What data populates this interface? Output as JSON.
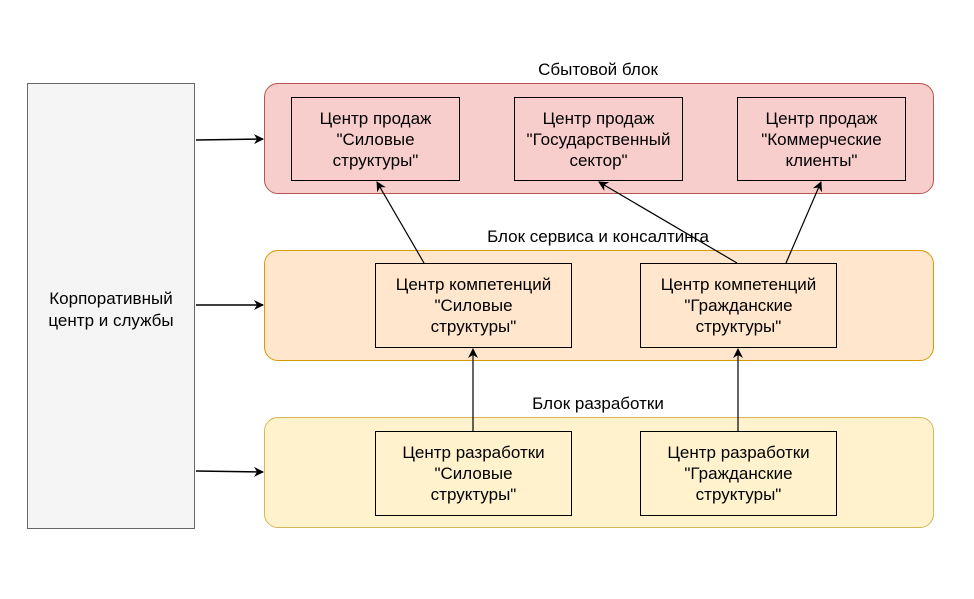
{
  "corporate": {
    "label": "Корпоративный\nцентр и службы"
  },
  "blocks": [
    {
      "id": "sales",
      "title": "Сбытовой блок",
      "colors": {
        "fill": "#f8cecc",
        "stroke": "#b85450"
      },
      "nodes": [
        {
          "id": "sales-power",
          "label": "Центр продаж\n\"Силовые\nструктуры\""
        },
        {
          "id": "sales-gov",
          "label": "Центр продаж\n\"Государственный\nсектор\""
        },
        {
          "id": "sales-commercial",
          "label": "Центр продаж\n\"Коммерческие\nклиенты\""
        }
      ]
    },
    {
      "id": "service",
      "title": "Блок сервиса и консалтинга",
      "colors": {
        "fill": "#ffe6cc",
        "stroke": "#d79b00"
      },
      "nodes": [
        {
          "id": "comp-power",
          "label": "Центр компетенций\n\"Силовые\nструктуры\""
        },
        {
          "id": "comp-civil",
          "label": "Центр компетенций\n\"Гражданские\nструктуры\""
        }
      ]
    },
    {
      "id": "dev",
      "title": "Блок разработки",
      "colors": {
        "fill": "#fff2cc",
        "stroke": "#d6b656"
      },
      "nodes": [
        {
          "id": "dev-power",
          "label": "Центр разработки\n\"Силовые\nструктуры\""
        },
        {
          "id": "dev-civil",
          "label": "Центр разработки\n\"Гражданские\nструктуры\""
        }
      ]
    }
  ],
  "edges": [
    {
      "from": "corporate",
      "to": "sales"
    },
    {
      "from": "corporate",
      "to": "service"
    },
    {
      "from": "corporate",
      "to": "dev"
    },
    {
      "from": "comp-power",
      "to": "sales-power"
    },
    {
      "from": "comp-civil",
      "to": "sales-gov"
    },
    {
      "from": "comp-civil",
      "to": "sales-commercial"
    },
    {
      "from": "dev-power",
      "to": "comp-power"
    },
    {
      "from": "dev-civil",
      "to": "comp-civil"
    }
  ]
}
